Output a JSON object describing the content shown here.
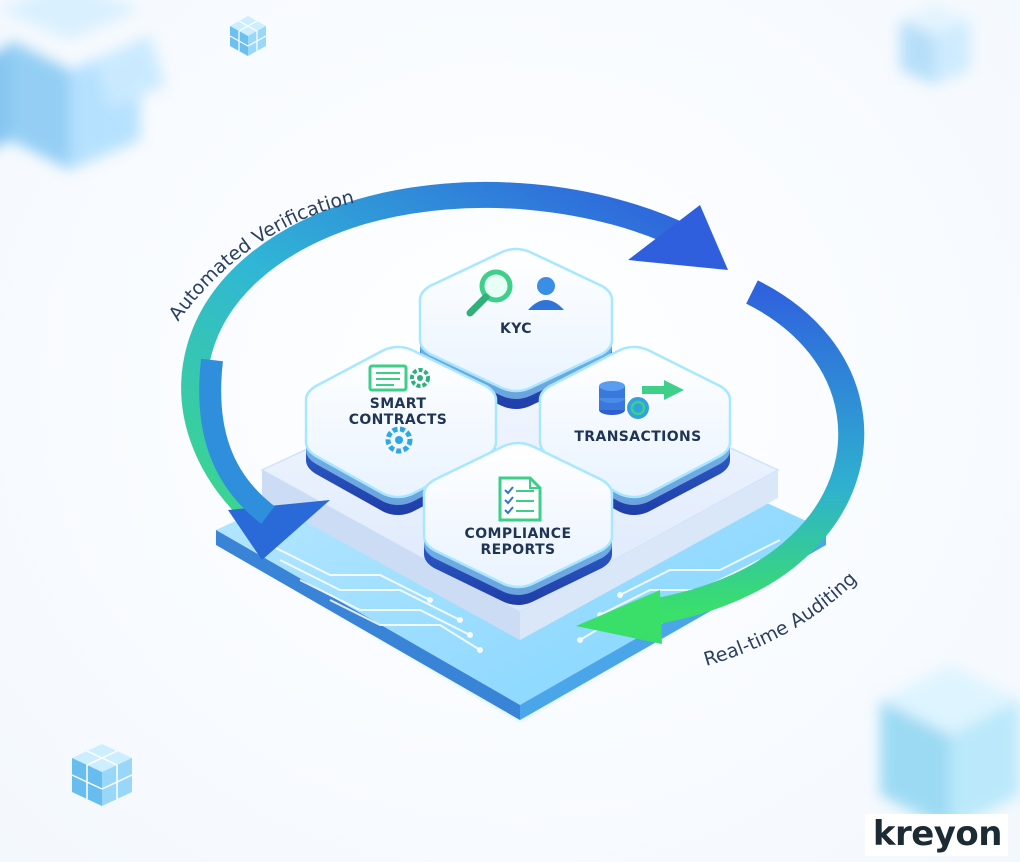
{
  "cards": {
    "kyc": {
      "label": "KYC"
    },
    "smart_contracts": {
      "line1": "SMART",
      "line2": "CONTRACTS"
    },
    "transactions": {
      "label": "TRANSACTIONS"
    },
    "compliance_reports": {
      "line1": "COMPLIANCE",
      "line2": "REPORTS"
    }
  },
  "cycle": {
    "top_label": "Automated Verification",
    "bottom_label": "Real-time Auditing"
  },
  "brand": {
    "name": "kreyon"
  },
  "colors": {
    "arrow_blue": "#2f6fe0",
    "arrow_green": "#35d36b",
    "card_stroke": "#9fe7ff",
    "card_base": "#2a4bb8",
    "platform_glow": "#4fd6ff",
    "label_text": "#1f3553"
  },
  "icons": {
    "kyc": "magnifier-user-icon",
    "smart_contracts": "document-gear-icon",
    "transactions": "coins-arrow-icon",
    "compliance_reports": "checklist-document-icon",
    "decor": "cube-cluster-icon"
  }
}
